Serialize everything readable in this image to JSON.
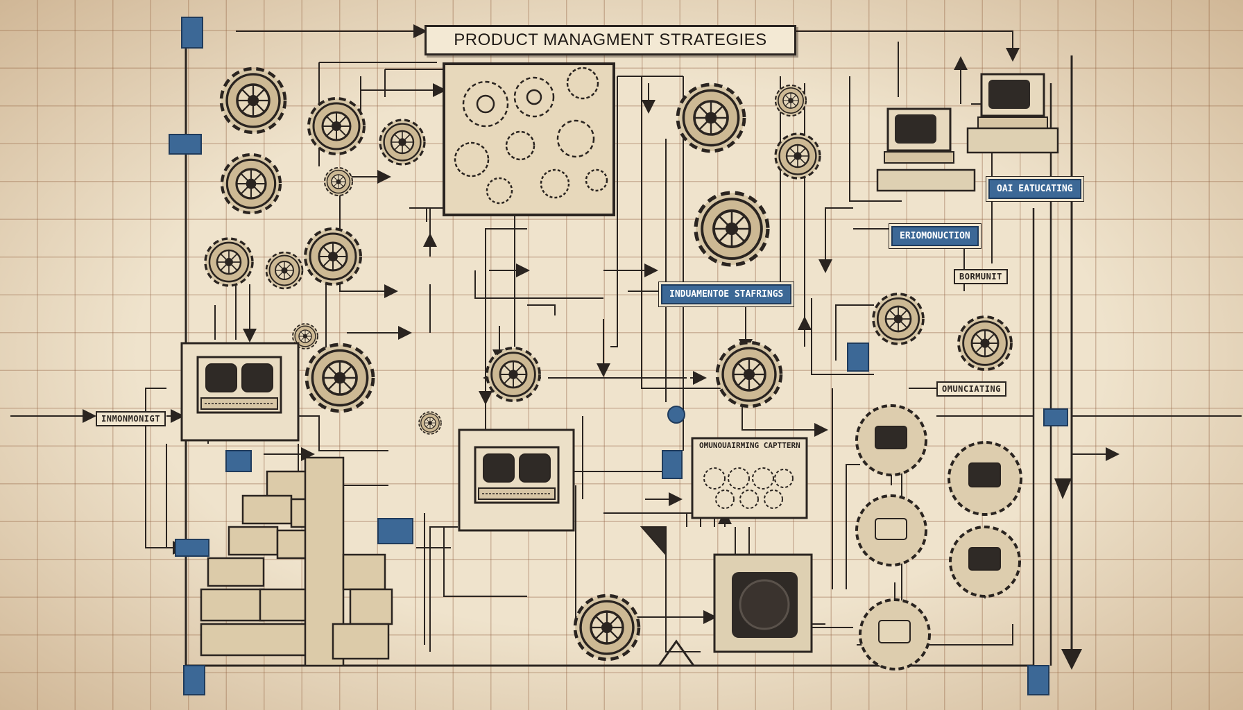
{
  "title": "PRODUCT MANAGMENT STRATEGIES",
  "blue_labels": {
    "top_right": "OAI EATUCATING",
    "middle_right": "ERIOMONUCTION",
    "center": "INDUAMENTOE STAFRINGS"
  },
  "box_labels": {
    "left_input": "INMONMONIGT",
    "bottom_right": "BORMUNIT",
    "center_right": "OMUNCIATING"
  },
  "panel_caption": "OMUNOUAIRMING CAPTTERN",
  "colors": {
    "ink": "#2a2420",
    "paper": "#efe3cc",
    "accent_blue": "#3c6896"
  }
}
